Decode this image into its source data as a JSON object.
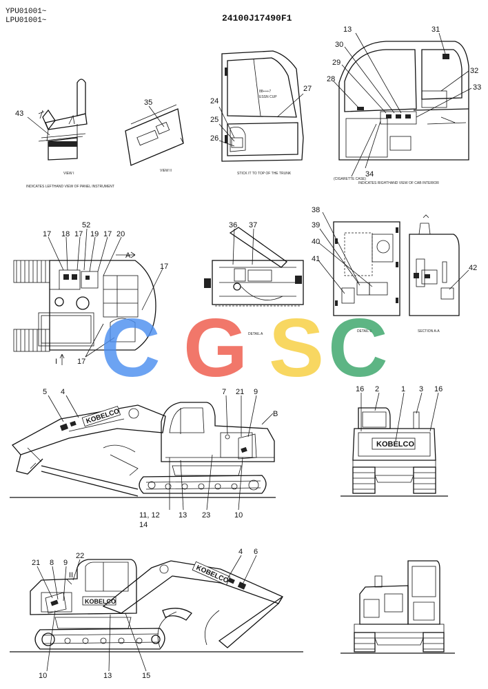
{
  "header": {
    "serial_a": "YPU01001~",
    "serial_b": "LPU01001~",
    "drawing_number": "24100J17490F1"
  },
  "captions": {
    "view_i": "VIEW I",
    "view_i_note": "INDICATES LEFTHAND VIEW OF PANEL INSTRUMENT",
    "view_ii": "VIEW II",
    "door_note": "STICK IT TO TOP OF THE TRUNK",
    "cab_note": "INDICATES RIGHTHAND VIEW OF CAB INTERIOR",
    "cigarette_case": "(CIGARETTE CASE)",
    "detail_a": "DETAIL A",
    "detail_b": "DETAIL B",
    "section_aa": "SECTION A-A",
    "view_a_marker": "A",
    "view_b_marker": "B",
    "view_ii_marker": "II",
    "door_decal_line1": "88+++7",
    "door_decal_line2": "ESSN CUP"
  },
  "brand": {
    "logo_text": "KOBELCO"
  },
  "watermark": {
    "letters": [
      "C",
      "G",
      "S",
      "C"
    ],
    "colors": [
      "#4d8ff0",
      "#ee5a4a",
      "#f7cf3f",
      "#3aa66a"
    ]
  },
  "callouts": {
    "seat_view": [
      "43"
    ],
    "view_ii": [
      "35"
    ],
    "door": [
      "24",
      "25",
      "26",
      "27"
    ],
    "cab_interior": [
      "13",
      "31",
      "30",
      "29",
      "28",
      "32",
      "33",
      "34"
    ],
    "top_view": [
      "17",
      "18",
      "17",
      "52",
      "19",
      "17",
      "20",
      "17",
      "17",
      "I"
    ],
    "detail_a": [
      "36",
      "37"
    ],
    "detail_b": [
      "38",
      "39",
      "40",
      "41",
      "42"
    ],
    "side_left": [
      "5",
      "4",
      "7",
      "21",
      "9",
      "11, 12",
      "14",
      "13",
      "23",
      "10"
    ],
    "rear_view": [
      "16",
      "2",
      "1",
      "3",
      "16"
    ],
    "side_right": [
      "21",
      "8",
      "9",
      "22",
      "4",
      "6",
      "10",
      "13",
      "15"
    ]
  }
}
